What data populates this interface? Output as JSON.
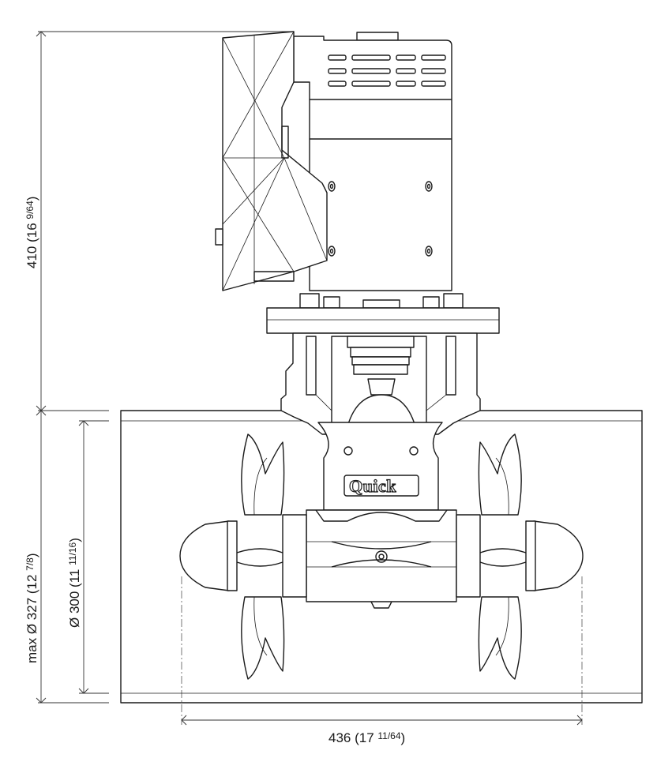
{
  "dimensions": {
    "height_total": {
      "main": "410 (16 ",
      "frac": "9/64",
      "tail": ")"
    },
    "diameter_max": {
      "main": "max Ø 327 (12 ",
      "frac": "7/8",
      "tail": ")"
    },
    "diameter_tunnel": {
      "main": "Ø 300 (11 ",
      "frac": "11/16",
      "tail": ")"
    },
    "width_props": {
      "main": "436 (17 ",
      "frac": "11/64",
      "tail": ")"
    }
  },
  "brand_logo_text": "Quick",
  "colors": {
    "line": "#1a1a1a",
    "background": "#ffffff"
  }
}
